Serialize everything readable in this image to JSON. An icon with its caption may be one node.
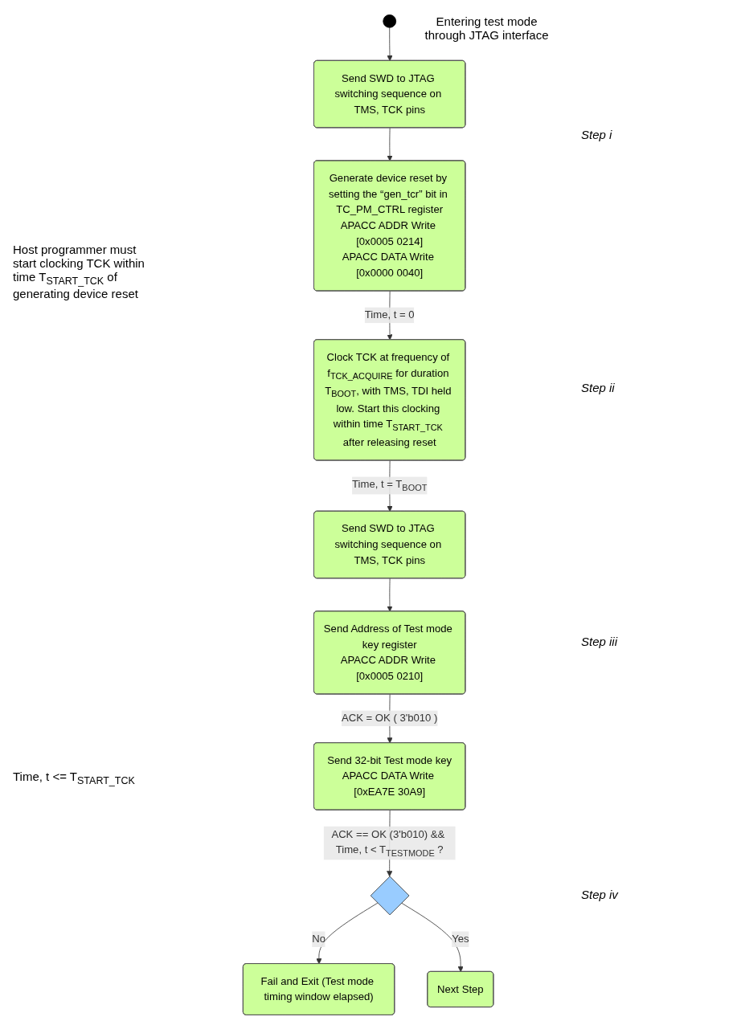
{
  "diagram": {
    "nodes": [
      {
        "text": [],
        "shape": "circle",
        "beside": [
          "Entering test mode through JTAG interface"
        ]
      },
      {
        "text": [
          "Send SWD to JTAG switching sequence on TMS, TCK pins"
        ]
      },
      {
        "text": [
          "Generate device reset by setting the “gen_tcr” bit in TC_PM_CTRL register",
          "APACC ADDR Write [0x0005 0214]",
          "APACC DATA Write [0x0000 0040]"
        ]
      },
      {
        "text": [
          "Clock TCK at frequency of f$_{TCK_ACQUIRE}$ for duration T$_{BOOT}$, with TMS, TDI held low. Start this clocking within time T$_{START_TCK}$ after releasing reset"
        ]
      },
      {
        "text": [
          "Send SWD to JTAG switching sequence on TMS, TCK pins"
        ]
      },
      {
        "text": [
          "Send Address of Test mode key register",
          "APACC ADDR Write [0x0005 0210]"
        ]
      },
      {
        "text": [
          "Send 32-bit Test mode key",
          "APACC DATA Write [0xEA7E 30A9]"
        ]
      },
      {
        "text": [],
        "shape": "diamond"
      },
      {
        "text": [
          "Fail and Exit (Test mode timing window elapsed)"
        ]
      },
      {
        "text": [
          "Next Step"
        ]
      }
    ],
    "edges": [
      {
        "from": 0,
        "to": 1,
        "arrow": "to"
      },
      {
        "from": 1,
        "to": 2,
        "arrow": "to"
      },
      {
        "from": 2,
        "to": 3,
        "arrow": "to",
        "label": "Time, t = 0"
      },
      {
        "from": 3,
        "to": 4,
        "arrow": "to",
        "label": "Time, t = T$_{BOOT}$"
      },
      {
        "from": 4,
        "to": 5,
        "arrow": "to"
      },
      {
        "from": 5,
        "to": 6,
        "arrow": "to",
        "label": "ACK = OK ( 3'b010 )"
      },
      {
        "from": 6,
        "to": 7,
        "arrow": "to",
        "label": "ACK == OK (3'b010) && Time, t < T$_{TESTMODE}$ ?"
      },
      {
        "from": 7,
        "to": 8,
        "arrow": "to",
        "label": "No"
      },
      {
        "from": 7,
        "to": 9,
        "arrow": "to",
        "label": "Yes"
      }
    ],
    "labels": [
      "Step i",
      "Host programmer must start clocking TCK within time T$_{START_TCK}$ of generating device reset",
      "Time, t <= T$_{START_TCK}$",
      "Step ii",
      "Step iii",
      "Step iv"
    ]
  }
}
